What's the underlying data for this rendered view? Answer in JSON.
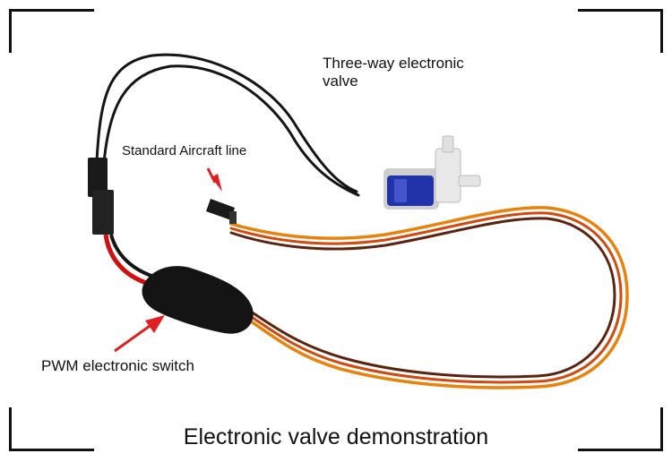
{
  "labels": {
    "valve_line1": "Three-way electronic",
    "valve_line2": "valve",
    "aircraft_line": "Standard Aircraft line",
    "pwm_switch": "PWM electronic switch"
  },
  "caption": "Electronic valve demonstration",
  "colors": {
    "arrow": "#e02020",
    "valve_body": "#2233aa",
    "wire_black": "#151515",
    "wire_orange": "#e8820c",
    "wire_brown": "#6a2e10",
    "wire_red": "#d01010"
  }
}
